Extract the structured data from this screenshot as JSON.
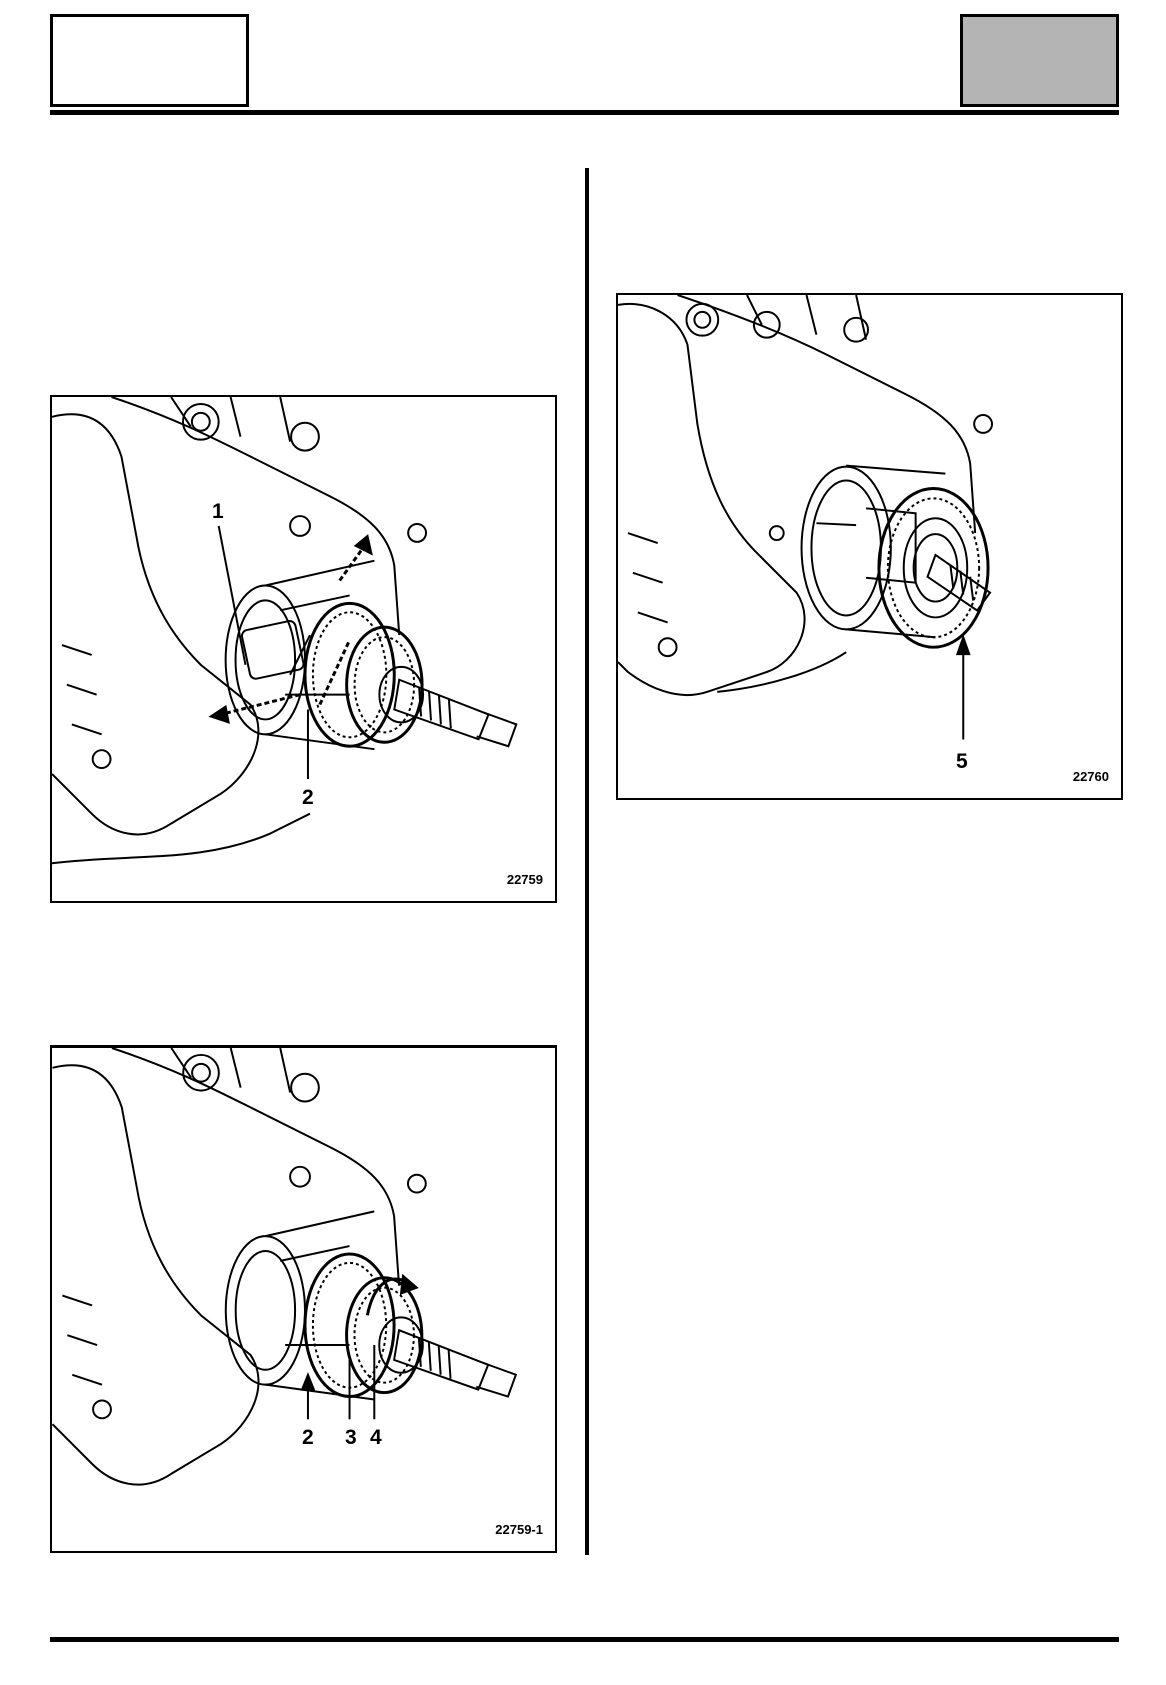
{
  "header": {
    "right_box_fill": "#b4b4b4"
  },
  "figures": [
    {
      "id": "22759",
      "callouts": [
        "1",
        "2"
      ]
    },
    {
      "id": "22759-1",
      "callouts": [
        "2",
        "3",
        "4"
      ]
    },
    {
      "id": "22760",
      "callouts": [
        "5"
      ]
    }
  ],
  "colors": {
    "line": "#000000",
    "page": "#ffffff"
  }
}
